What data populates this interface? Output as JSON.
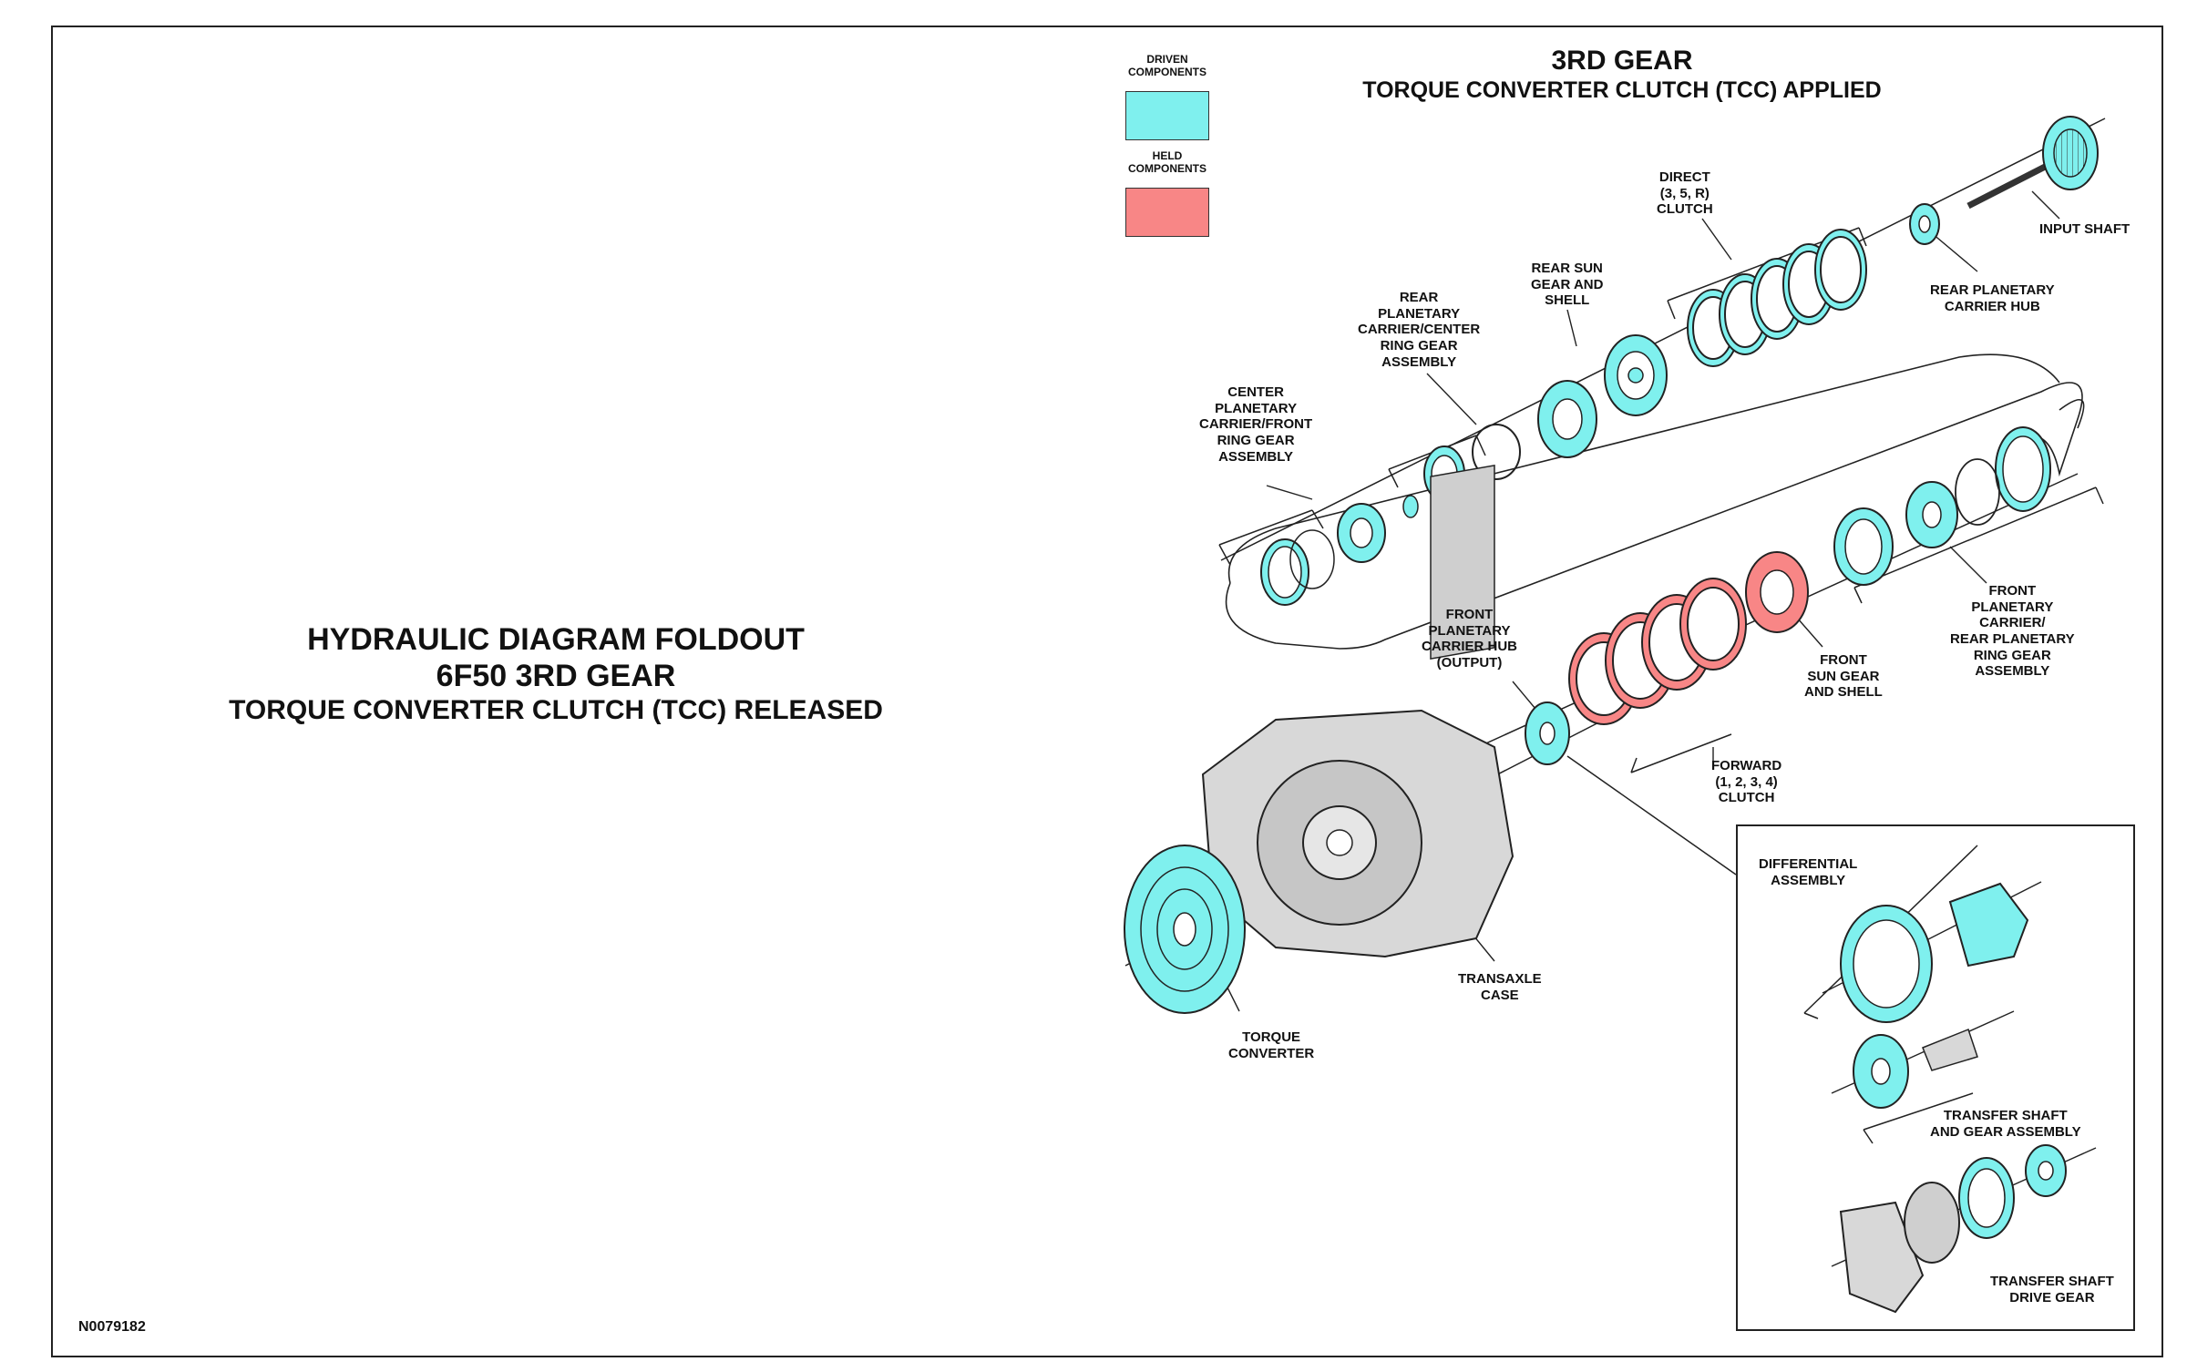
{
  "left_title": {
    "line1": "HYDRAULIC DIAGRAM FOLDOUT",
    "line2": "6F50 3RD GEAR",
    "line3": "TORQUE CONVERTER CLUTCH (TCC) RELEASED"
  },
  "right_title": {
    "line1": "3RD GEAR",
    "line2": "TORQUE CONVERTER CLUTCH (TCC) APPLIED"
  },
  "legend": {
    "driven": {
      "label": "DRIVEN\nCOMPONENTS",
      "color": "#7ff0ee"
    },
    "held": {
      "label": "HELD\nCOMPONENTS",
      "color": "#f88686"
    }
  },
  "labels": {
    "input_shaft": "INPUT SHAFT",
    "rear_planetary_carrier_hub": "REAR PLANETARY\nCARRIER HUB",
    "direct_clutch": "DIRECT\n(3, 5, R)\nCLUTCH",
    "rear_sun_gear": "REAR SUN\nGEAR AND\nSHELL",
    "rear_planetary_carrier_center": "REAR\nPLANETARY\nCARRIER/CENTER\nRING GEAR\nASSEMBLY",
    "center_planetary_carrier": "CENTER\nPLANETARY\nCARRIER/FRONT\nRING GEAR\nASSEMBLY",
    "front_planetary_carrier_hub": "FRONT\nPLANETARY\nCARRIER HUB\n(OUTPUT)",
    "front_sun_gear": "FRONT\nSUN GEAR\nAND SHELL",
    "front_planetary_carrier": "FRONT\nPLANETARY\nCARRIER/\nREAR PLANETARY\nRING GEAR\nASSEMBLY",
    "forward_clutch": "FORWARD\n(1, 2, 3, 4)\nCLUTCH",
    "transaxle_case": "TRANSAXLE\nCASE",
    "torque_converter": "TORQUE\nCONVERTER",
    "differential_assembly": "DIFFERENTIAL\nASSEMBLY",
    "transfer_shaft": "TRANSFER SHAFT\nAND GEAR ASSEMBLY",
    "transfer_shaft_drive_gear": "TRANSFER SHAFT\nDRIVE GEAR"
  },
  "doc_id": "N0079182"
}
